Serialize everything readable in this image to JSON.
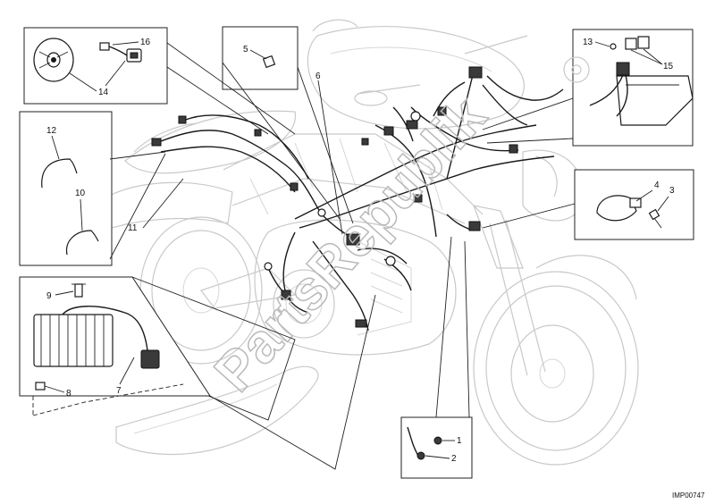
{
  "diagram": {
    "callouts": {
      "c1": "1",
      "c2": "2",
      "c3": "3",
      "c4": "4",
      "c5": "5",
      "c6": "6",
      "c7": "7",
      "c8": "8",
      "c9": "9",
      "c10": "10",
      "c11": "11",
      "c12": "12",
      "c13": "13",
      "c14": "14",
      "c15": "15",
      "c16": "16"
    },
    "figure_code": "IMP00747",
    "watermark": "PartsRepublik"
  }
}
